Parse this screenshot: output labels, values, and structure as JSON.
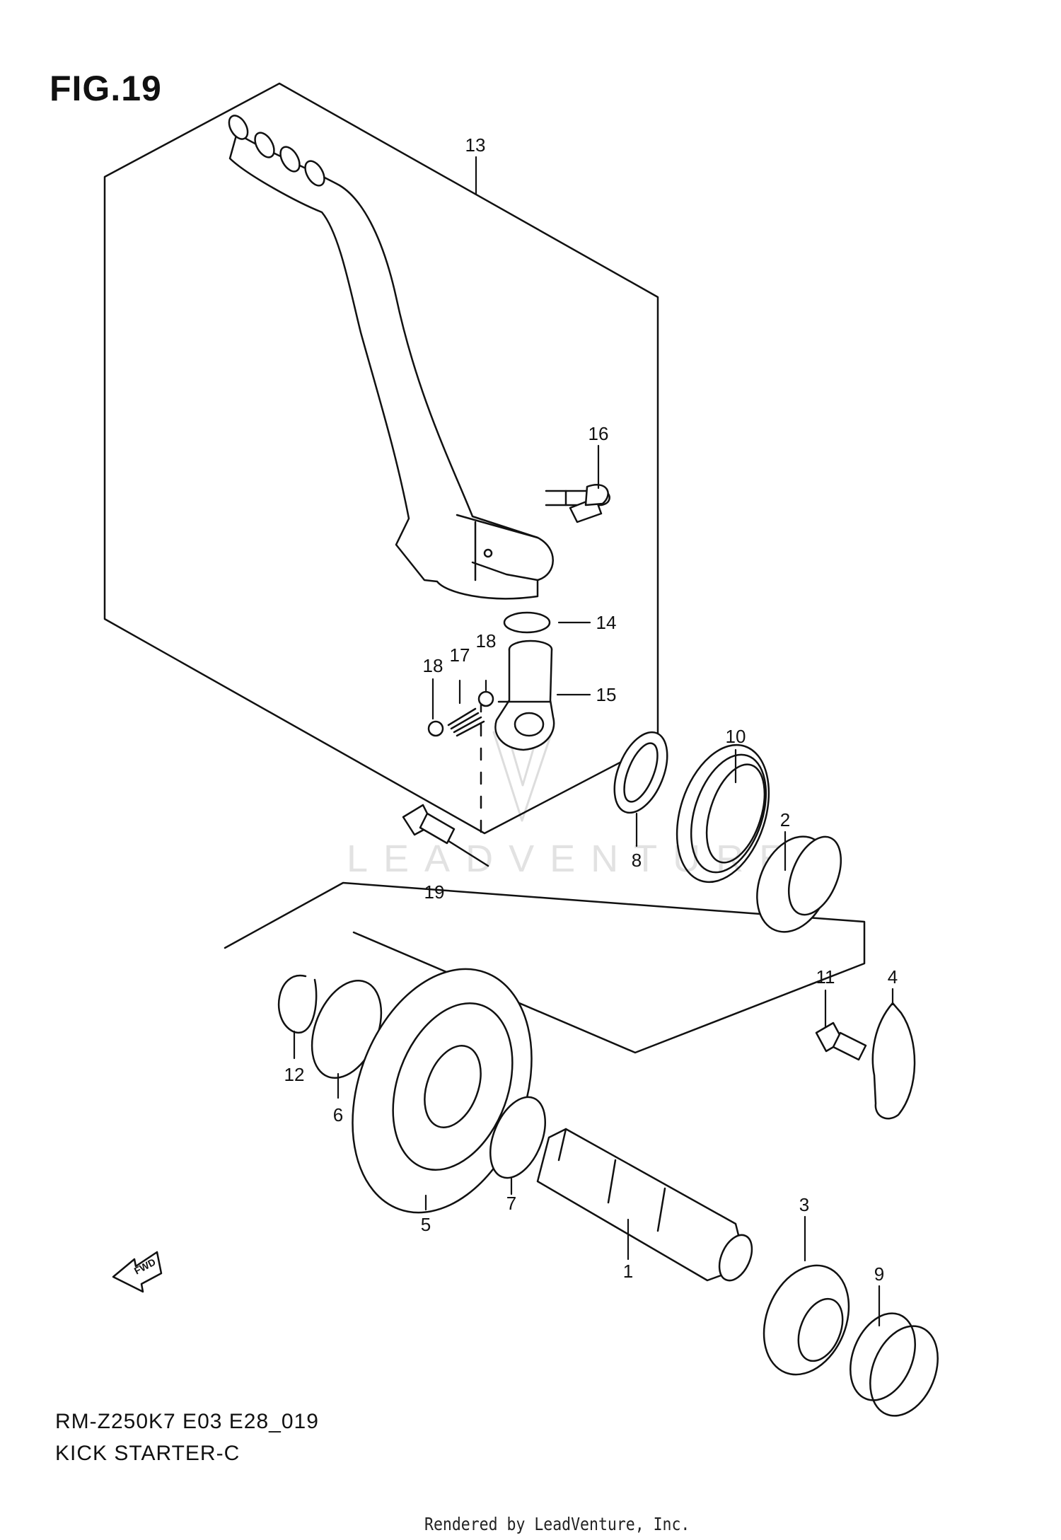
{
  "figure": {
    "title": "FIG.19",
    "model_code": "RM-Z250K7 E03 E28_019",
    "section_name": "KICK STARTER-C",
    "credit": "Rendered by LeadVenture, Inc.",
    "watermark": "LEADVENTURE",
    "direction_label": "FWD"
  },
  "callouts": [
    "1",
    "2",
    "3",
    "4",
    "5",
    "6",
    "7",
    "8",
    "9",
    "10",
    "11",
    "12",
    "13",
    "14",
    "15",
    "16",
    "17",
    "18",
    "18",
    "19"
  ],
  "colors": {
    "ink": "#111111",
    "part_fill": "#ffffff",
    "watermark": "#d8d8d8"
  }
}
